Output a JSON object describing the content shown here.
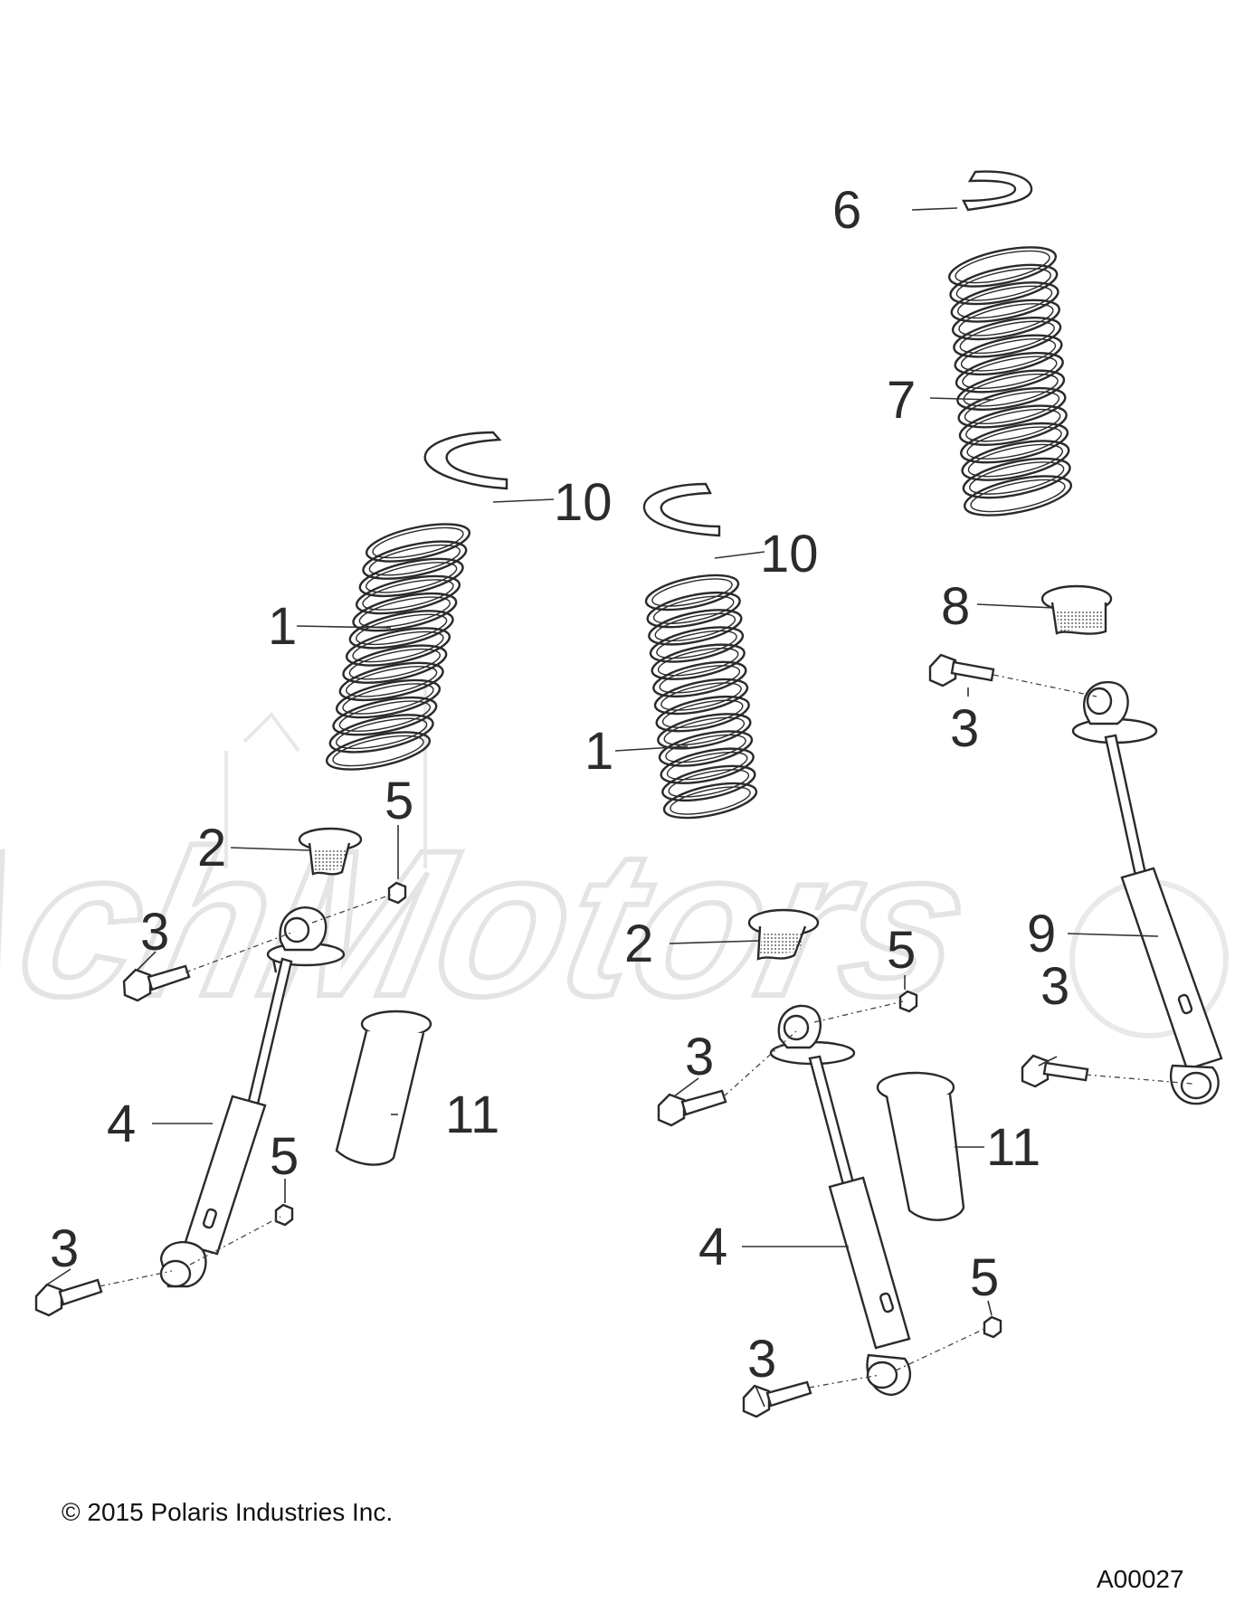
{
  "callouts": [
    {
      "id": "c1a",
      "text": "1"
    },
    {
      "id": "c1b",
      "text": "1"
    },
    {
      "id": "c2a",
      "text": "2"
    },
    {
      "id": "c2b",
      "text": "2"
    },
    {
      "id": "c3a",
      "text": "3"
    },
    {
      "id": "c3b",
      "text": "3"
    },
    {
      "id": "c3c",
      "text": "3"
    },
    {
      "id": "c3d",
      "text": "3"
    },
    {
      "id": "c3e",
      "text": "3"
    },
    {
      "id": "c3f",
      "text": "3"
    },
    {
      "id": "c4a",
      "text": "4"
    },
    {
      "id": "c4b",
      "text": "4"
    },
    {
      "id": "c5a",
      "text": "5"
    },
    {
      "id": "c5b",
      "text": "5"
    },
    {
      "id": "c5c",
      "text": "5"
    },
    {
      "id": "c5d",
      "text": "5"
    },
    {
      "id": "c6",
      "text": "6"
    },
    {
      "id": "c7",
      "text": "7"
    },
    {
      "id": "c8",
      "text": "8"
    },
    {
      "id": "c9",
      "text": "9"
    },
    {
      "id": "c10a",
      "text": "10"
    },
    {
      "id": "c10b",
      "text": "10"
    },
    {
      "id": "c11a",
      "text": "11"
    },
    {
      "id": "c11b",
      "text": "11"
    }
  ],
  "watermark": "AchMotors",
  "footer": {
    "copyright": "© 2015 Polaris Industries Inc.",
    "figure_id": "A00027"
  }
}
